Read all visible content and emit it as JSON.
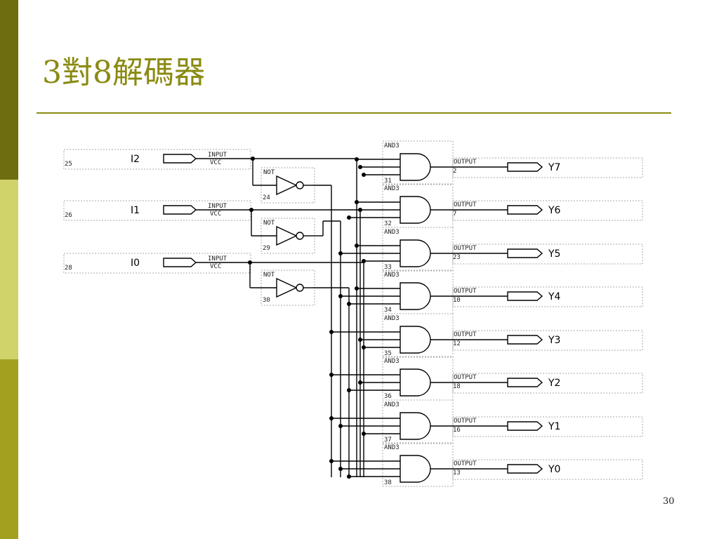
{
  "slide": {
    "title": "3對8解碼器",
    "page_number": "30",
    "colors": {
      "accent": "#8a8a12",
      "sidebar_top": "#6e6e10",
      "sidebar_mid": "#cfd36a",
      "sidebar_bottom": "#a3a020"
    }
  },
  "inputs": [
    {
      "label": "I2",
      "type": "INPUT",
      "sub": "VCC",
      "num": "25"
    },
    {
      "label": "I1",
      "type": "INPUT",
      "sub": "VCC",
      "num": "26"
    },
    {
      "label": "I0",
      "type": "INPUT",
      "sub": "VCC",
      "num": "28"
    }
  ],
  "nots": [
    {
      "type": "NOT",
      "num": "24"
    },
    {
      "type": "NOT",
      "num": "29"
    },
    {
      "type": "NOT",
      "num": "30"
    }
  ],
  "ands": [
    {
      "type": "AND3",
      "num": "31"
    },
    {
      "type": "AND3",
      "num": "32"
    },
    {
      "type": "AND3",
      "num": "33"
    },
    {
      "type": "AND3",
      "num": "34"
    },
    {
      "type": "AND3",
      "num": "35"
    },
    {
      "type": "AND3",
      "num": "36"
    },
    {
      "type": "AND3",
      "num": "37"
    },
    {
      "type": "AND3",
      "num": "38"
    }
  ],
  "outputs": [
    {
      "label": "Y7",
      "type": "OUTPUT",
      "num": "2"
    },
    {
      "label": "Y6",
      "type": "OUTPUT",
      "num": "7"
    },
    {
      "label": "Y5",
      "type": "OUTPUT",
      "num": "23"
    },
    {
      "label": "Y4",
      "type": "OUTPUT",
      "num": "10"
    },
    {
      "label": "Y3",
      "type": "OUTPUT",
      "num": "12"
    },
    {
      "label": "Y2",
      "type": "OUTPUT",
      "num": "18"
    },
    {
      "label": "Y1",
      "type": "OUTPUT",
      "num": "16"
    },
    {
      "label": "Y0",
      "type": "OUTPUT",
      "num": "13"
    }
  ]
}
